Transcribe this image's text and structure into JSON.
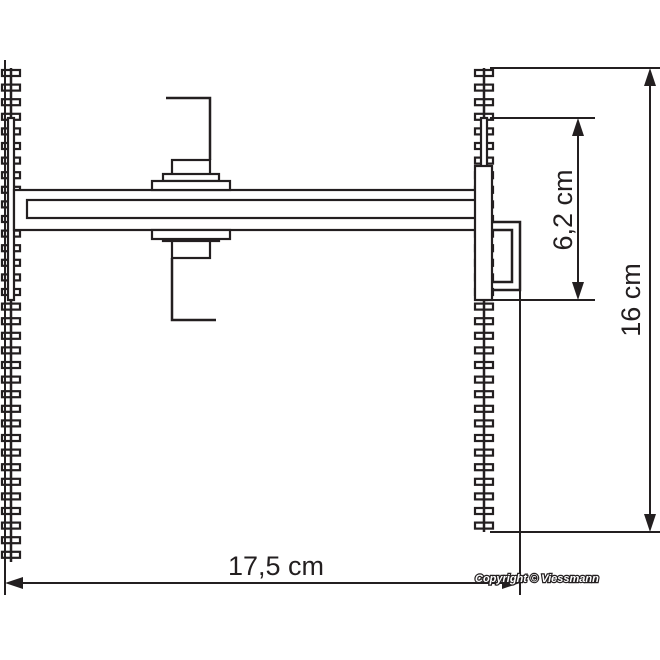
{
  "dimensions": {
    "width_label": "17,5 cm",
    "height_label": "16 cm",
    "track_spacing_label": "6,2 cm"
  },
  "copyright": "Copyright © Viessmann",
  "colors": {
    "line": "#231f20",
    "background": "#ffffff"
  }
}
